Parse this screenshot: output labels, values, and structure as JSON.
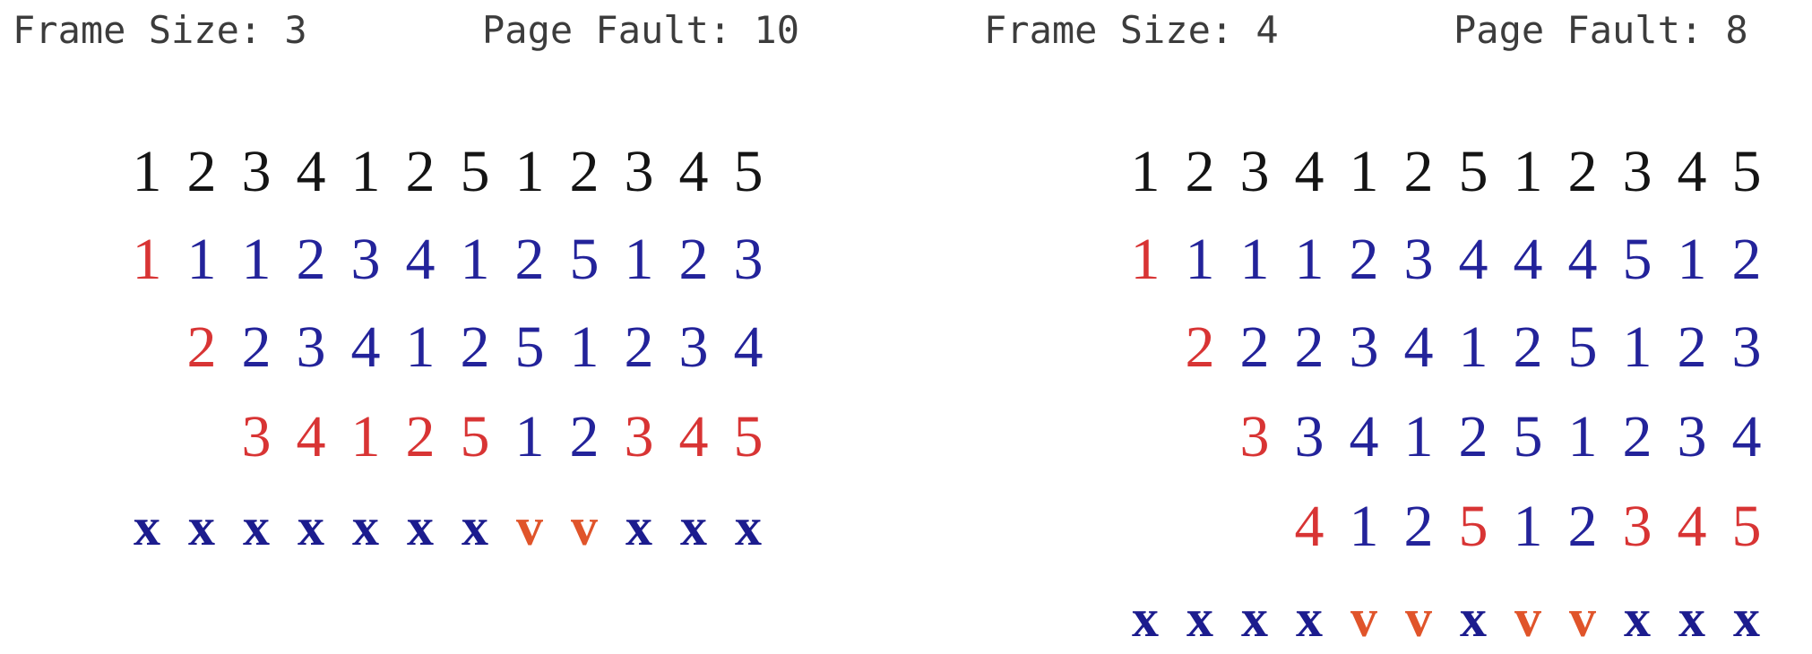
{
  "panels": [
    {
      "frame_label": "Frame Size: 3",
      "fault_label": "Page Fault: 10",
      "reference": [
        "1",
        "2",
        "3",
        "4",
        "1",
        "2",
        "5",
        "1",
        "2",
        "3",
        "4",
        "5"
      ],
      "frames": [
        {
          "cells": [
            "1",
            "1",
            "1",
            "2",
            "3",
            "4",
            "1",
            "2",
            "5",
            "1",
            "2",
            "3"
          ],
          "status": [
            "load",
            "keep",
            "keep",
            "keep",
            "keep",
            "keep",
            "keep",
            "keep",
            "keep",
            "keep",
            "keep",
            "keep"
          ]
        },
        {
          "cells": [
            "",
            "2",
            "2",
            "3",
            "4",
            "1",
            "2",
            "5",
            "1",
            "2",
            "3",
            "4"
          ],
          "status": [
            "",
            "load",
            "keep",
            "keep",
            "keep",
            "keep",
            "keep",
            "keep",
            "keep",
            "keep",
            "keep",
            "keep"
          ]
        },
        {
          "cells": [
            "",
            "",
            "3",
            "4",
            "1",
            "2",
            "5",
            "1",
            "2",
            "3",
            "4",
            "5"
          ],
          "status": [
            "",
            "",
            "load",
            "load",
            "load",
            "load",
            "load",
            "keep",
            "keep",
            "load",
            "load",
            "load"
          ]
        }
      ],
      "marks": [
        "x",
        "x",
        "x",
        "x",
        "x",
        "x",
        "x",
        "v",
        "v",
        "x",
        "x",
        "x"
      ]
    },
    {
      "frame_label": "Frame Size: 4",
      "fault_label": "Page Fault: 8",
      "reference": [
        "1",
        "2",
        "3",
        "4",
        "1",
        "2",
        "5",
        "1",
        "2",
        "3",
        "4",
        "5"
      ],
      "frames": [
        {
          "cells": [
            "1",
            "1",
            "1",
            "1",
            "2",
            "3",
            "4",
            "4",
            "4",
            "5",
            "1",
            "2"
          ],
          "status": [
            "load",
            "keep",
            "keep",
            "keep",
            "keep",
            "keep",
            "keep",
            "keep",
            "keep",
            "keep",
            "keep",
            "keep"
          ]
        },
        {
          "cells": [
            "",
            "2",
            "2",
            "2",
            "3",
            "4",
            "1",
            "2",
            "5",
            "1",
            "2",
            "3"
          ],
          "status": [
            "",
            "load",
            "keep",
            "keep",
            "keep",
            "keep",
            "keep",
            "keep",
            "keep",
            "keep",
            "keep",
            "keep"
          ]
        },
        {
          "cells": [
            "",
            "",
            "3",
            "3",
            "4",
            "1",
            "2",
            "5",
            "1",
            "2",
            "3",
            "4"
          ],
          "status": [
            "",
            "",
            "load",
            "keep",
            "keep",
            "keep",
            "keep",
            "keep",
            "keep",
            "keep",
            "keep",
            "keep"
          ]
        },
        {
          "cells": [
            "",
            "",
            "",
            "4",
            "1",
            "2",
            "5",
            "1",
            "2",
            "3",
            "4",
            "5"
          ],
          "status": [
            "",
            "",
            "",
            "load",
            "keep",
            "keep",
            "load",
            "keep",
            "keep",
            "load",
            "load",
            "load"
          ]
        }
      ],
      "marks": [
        "x",
        "x",
        "x",
        "x",
        "v",
        "v",
        "x",
        "v",
        "v",
        "x",
        "x",
        "x"
      ]
    }
  ]
}
